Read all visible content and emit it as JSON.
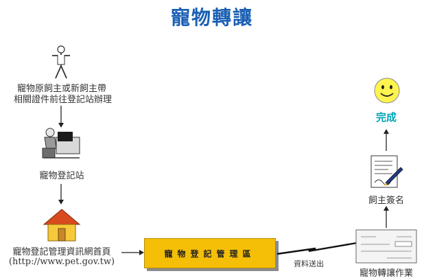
{
  "title": "寵物轉讓",
  "nodes": {
    "owner_line1": "寵物原飼主或新飼主帶",
    "owner_line2": "相關證件前往登記站辦理",
    "station": "寵物登記站",
    "website_line1": "寵物登記管理資訊網首頁",
    "website_line2": "(http://www.pet.gov.tw)",
    "management_area": "寵物登記管理區",
    "data_send": "資料送出",
    "transfer_job": "寵物轉讓作業",
    "owner_sign": "飼主簽名",
    "complete": "完成"
  },
  "icons": [
    "person-icon",
    "computer-operator-icon",
    "house-icon",
    "form-icon",
    "signature-pen-icon",
    "smiley-icon"
  ],
  "colors": {
    "title": "#1a5fb4",
    "management_area": "#f5bf08",
    "complete": "#00a6b8",
    "house_roof": "#d94a1e",
    "house_wall": "#f7c93a",
    "smiley": "#fff44f"
  }
}
